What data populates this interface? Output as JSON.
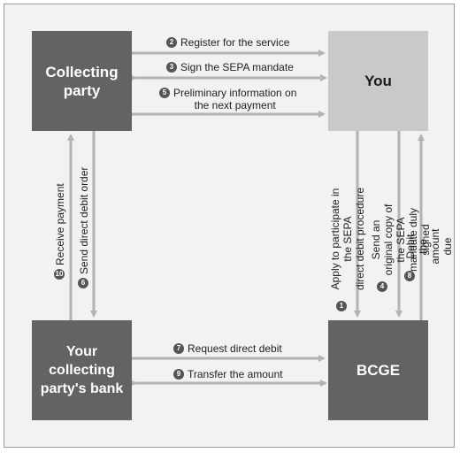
{
  "boxes": {
    "collecting_party": "Collecting\nparty",
    "you": "You",
    "bank": "Your\ncollecting\nparty's bank",
    "bcge": "BCGE"
  },
  "steps": [
    {
      "number": "1",
      "text": "Apply to participate in the SEPA\ndirect debit procedure"
    },
    {
      "number": "2",
      "text": "Register for the service"
    },
    {
      "number": "3",
      "text": "Sign the SEPA mandate"
    },
    {
      "number": "4",
      "text": "Send an original copy of\nthe SEPA mandate duly signed"
    },
    {
      "number": "5",
      "text": "Preliminary information on\nthe next payment"
    },
    {
      "number": "6",
      "text": "Send direct debit order"
    },
    {
      "number": "7",
      "text": "Request direct debit"
    },
    {
      "number": "8",
      "text": "Debit the amount due"
    },
    {
      "number": "9",
      "text": "Transfer the amount"
    },
    {
      "number": "10",
      "text": "Receive payment"
    }
  ],
  "colors": {
    "dark_box": "#636363",
    "light_box": "#c9c9c9",
    "arrow": "#b3b3b3",
    "frame": "#f2f2f2"
  }
}
